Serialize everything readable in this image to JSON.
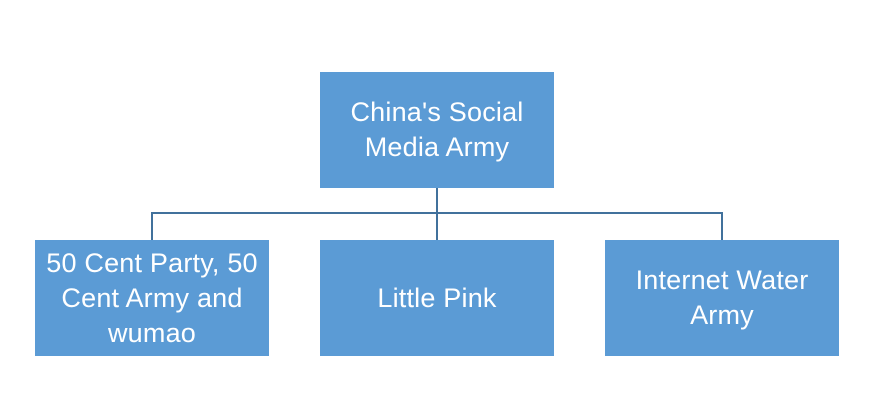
{
  "diagram": {
    "root": {
      "label": "China's Social Media Army"
    },
    "children": [
      {
        "label": "50 Cent Party, 50 Cent Army and wumao"
      },
      {
        "label": "Little Pink"
      },
      {
        "label": "Internet Water Army"
      }
    ]
  },
  "colors": {
    "node_fill": "#5b9bd5",
    "node_text": "#ffffff",
    "connector": "#41719c"
  }
}
